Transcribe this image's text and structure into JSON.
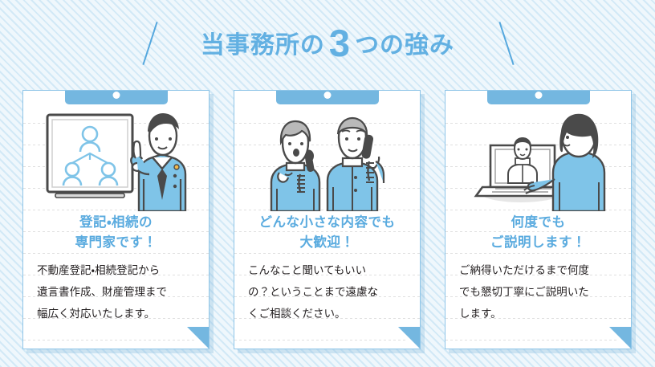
{
  "heading": {
    "prefix": "当事務所の",
    "number": "3",
    "suffix": "つの強み",
    "accent_color": "#62b0e2",
    "decor_left": "diagonal-slash-left",
    "decor_right": "diagonal-slash-right"
  },
  "theme": {
    "background": "#eff7fc",
    "stripe": "#badff2",
    "card_border": "#8ec5e8",
    "clip": "#74b7e0",
    "title_color": "#5aabdf",
    "body_color": "#231f20",
    "illustration_accent": "#7fc4e8",
    "illustration_line": "#4a4a4a"
  },
  "cards": [
    {
      "id": "card-1",
      "illustration": "man-pointing-at-whiteboard-org-chart",
      "title_lines": [
        "登記・相続の",
        "専門家です！"
      ],
      "body_lines": [
        "不動産登記・相続登記から",
        "遺言書作成、財産管理まで",
        "幅広く対応いたします。"
      ]
    },
    {
      "id": "card-2",
      "illustration": "elderly-couple-on-telephone",
      "title_lines": [
        "どんな小さな内容でも",
        "大歓迎！"
      ],
      "body_lines": [
        "こんなこと聞いてもいい",
        "の？ということまで遠慮な",
        "くご相談ください。"
      ]
    },
    {
      "id": "card-3",
      "illustration": "woman-holding-laptop-video-call",
      "title_lines": [
        "何度でも",
        "ご説明します！"
      ],
      "body_lines": [
        "ご納得いただけるまで何度",
        "でも懇切丁寧にご説明いた",
        "します。"
      ]
    }
  ]
}
